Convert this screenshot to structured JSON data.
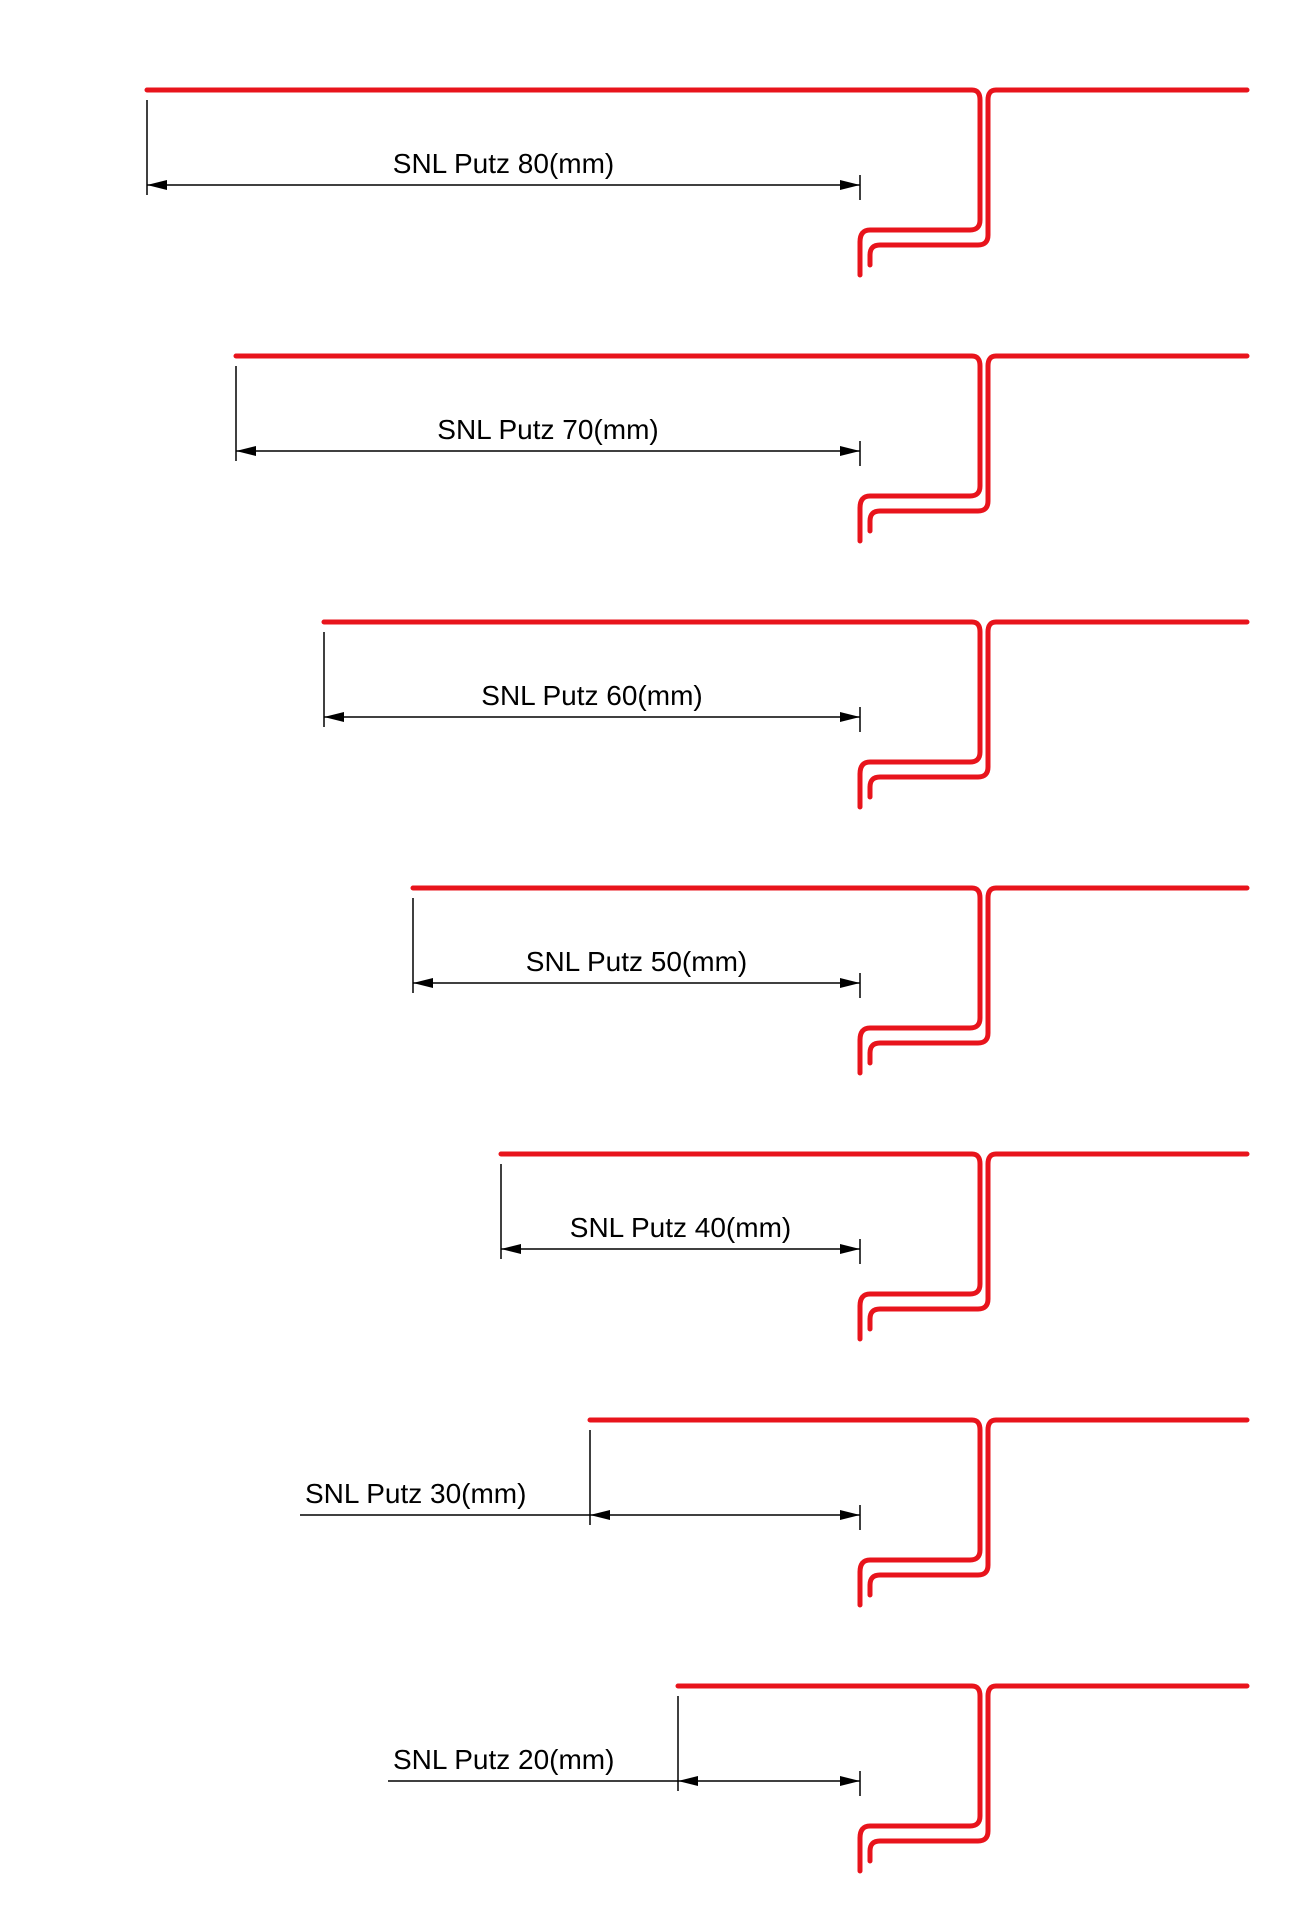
{
  "colors": {
    "profile": "#e8141c",
    "dimension": "#000000"
  },
  "profiles": [
    {
      "label": "SNL Putz 80(mm)",
      "depth_mm": 80
    },
    {
      "label": "SNL Putz 70(mm)",
      "depth_mm": 70
    },
    {
      "label": "SNL Putz 60(mm)",
      "depth_mm": 60
    },
    {
      "label": "SNL Putz 50(mm)",
      "depth_mm": 50
    },
    {
      "label": "SNL Putz 40(mm)",
      "depth_mm": 40
    },
    {
      "label": "SNL Putz 30(mm)",
      "depth_mm": 30
    },
    {
      "label": "SNL Putz 20(mm)",
      "depth_mm": 20
    }
  ]
}
